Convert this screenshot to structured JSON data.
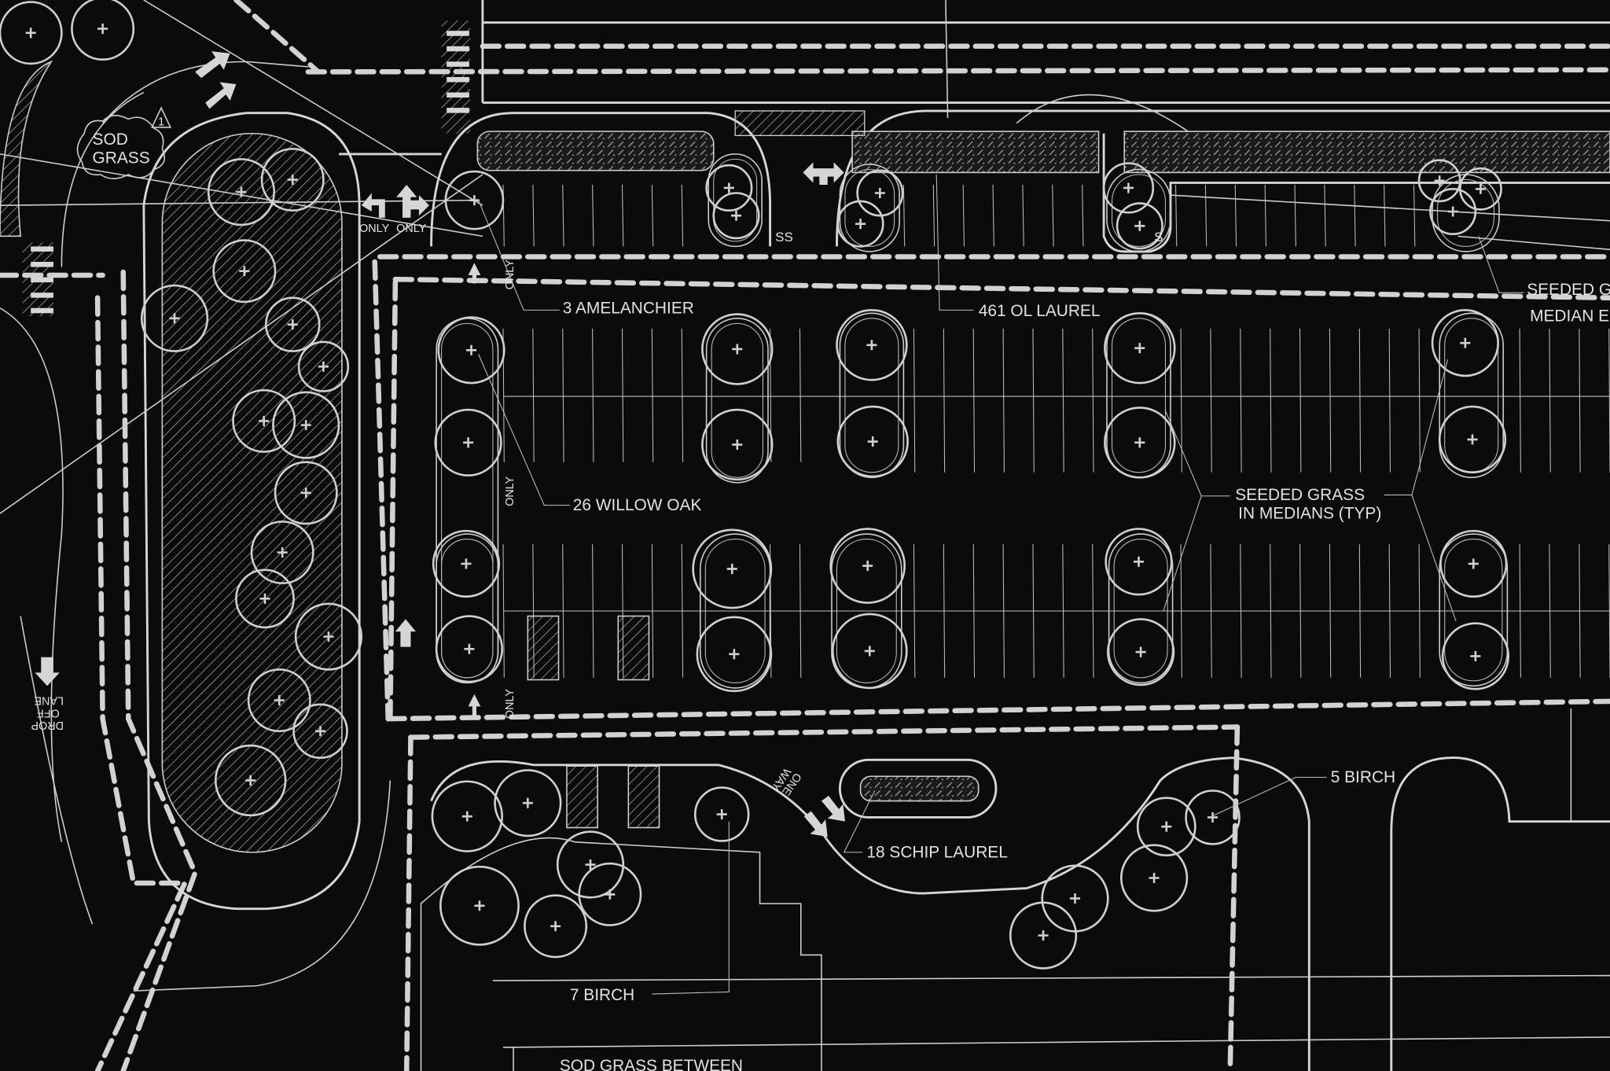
{
  "plan": {
    "labels": {
      "sod_grass_1": "SOD",
      "sod_grass_2": "GRASS",
      "revision_mark": "1",
      "amelanchier": "3 AMELANCHIER",
      "ol_laurel": "461 OL LAUREL",
      "seeded_median_1": "SEEDED G",
      "seeded_median_2": "MEDIAN E",
      "willow_oak": "26 WILLOW OAK",
      "seeded_grass_1": "SEEDED GRASS",
      "seeded_grass_2": "IN MEDIANS (TYP)",
      "birch_5": "5 BIRCH",
      "schip_laurel": "18 SCHIP LAUREL",
      "birch_7": "7 BIRCH",
      "sod_between": "SOD GRASS BETWEEN",
      "only_left": "ONLY",
      "only_right": "ONLY",
      "only_vertical_1": "ONLY",
      "only_vertical_2": "ONLY",
      "only_vertical_3": "ONLY",
      "ss_1": "SS",
      "ss_2": "S",
      "drop_1": "DROP",
      "drop_2": "OFF",
      "drop_3": "LANE",
      "one_way_1": "ONE",
      "one_way_2": "WAY"
    },
    "colors": {
      "background": "#0b0b0b",
      "linework": "#d0d0d0"
    }
  }
}
